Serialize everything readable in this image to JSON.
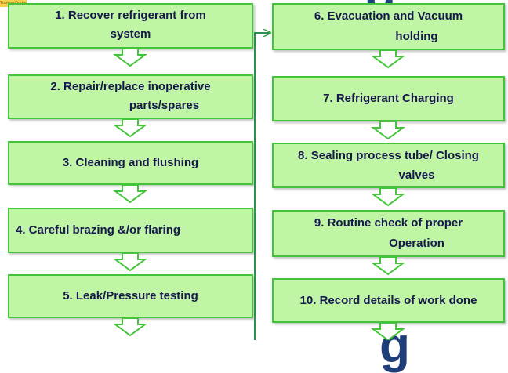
{
  "logo_text": "Training Doctor",
  "title_fragment": "g",
  "left_steps": [
    {
      "line1": "1. Recover refrigerant from",
      "line2": "system"
    },
    {
      "line1": "2. Repair/replace inoperative",
      "line2": "parts/spares"
    },
    {
      "line1": "3. Cleaning and flushing",
      "line2": ""
    },
    {
      "line1": "4. Careful brazing &/or flaring",
      "line2": ""
    },
    {
      "line1": "5. Leak/Pressure testing",
      "line2": ""
    }
  ],
  "right_steps": [
    {
      "line1": "6. Evacuation and Vacuum",
      "line2": "holding"
    },
    {
      "line1": "7. Refrigerant Charging",
      "line2": ""
    },
    {
      "line1": "8. Sealing process tube/ Closing",
      "line2": "valves"
    },
    {
      "line1": "9. Routine check of proper",
      "line2": "Operation"
    },
    {
      "line1": "10. Record details of work done",
      "line2": ""
    }
  ],
  "colors": {
    "box_fill": "#bff5a5",
    "box_border": "#43c43a",
    "text": "#17184b",
    "arrow": "#43c43a",
    "connector": "#2f8f4a",
    "title": "#1f3e79"
  }
}
